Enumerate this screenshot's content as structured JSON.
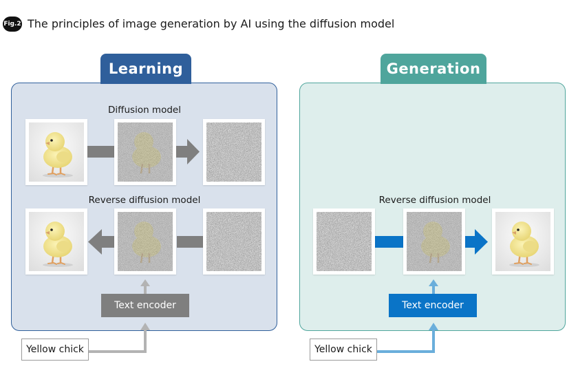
{
  "figure": {
    "badge": "Fig.2",
    "title": "The principles of image generation by AI using the diffusion model"
  },
  "learning": {
    "tab": "Learning",
    "diffusion_label": "Diffusion model",
    "reverse_label": "Reverse diffusion model",
    "encoder_label": "Text encoder",
    "input_text": "Yellow chick"
  },
  "generation": {
    "tab": "Generation",
    "reverse_label": "Reverse diffusion model",
    "encoder_label": "Text encoder",
    "input_text": "Yellow chick"
  },
  "colors": {
    "learning_accent": "#2f5f9b",
    "generation_accent": "#4fa59c",
    "gray_arrow": "#7f7f7f",
    "blue_arrow": "#0a74c7",
    "light_gray_connector": "#b3b3b3",
    "light_blue_connector": "#6aaedb"
  },
  "icons": {
    "chick": "chick-photo",
    "noise": "noise-image",
    "partial": "noisy-chick-image"
  }
}
